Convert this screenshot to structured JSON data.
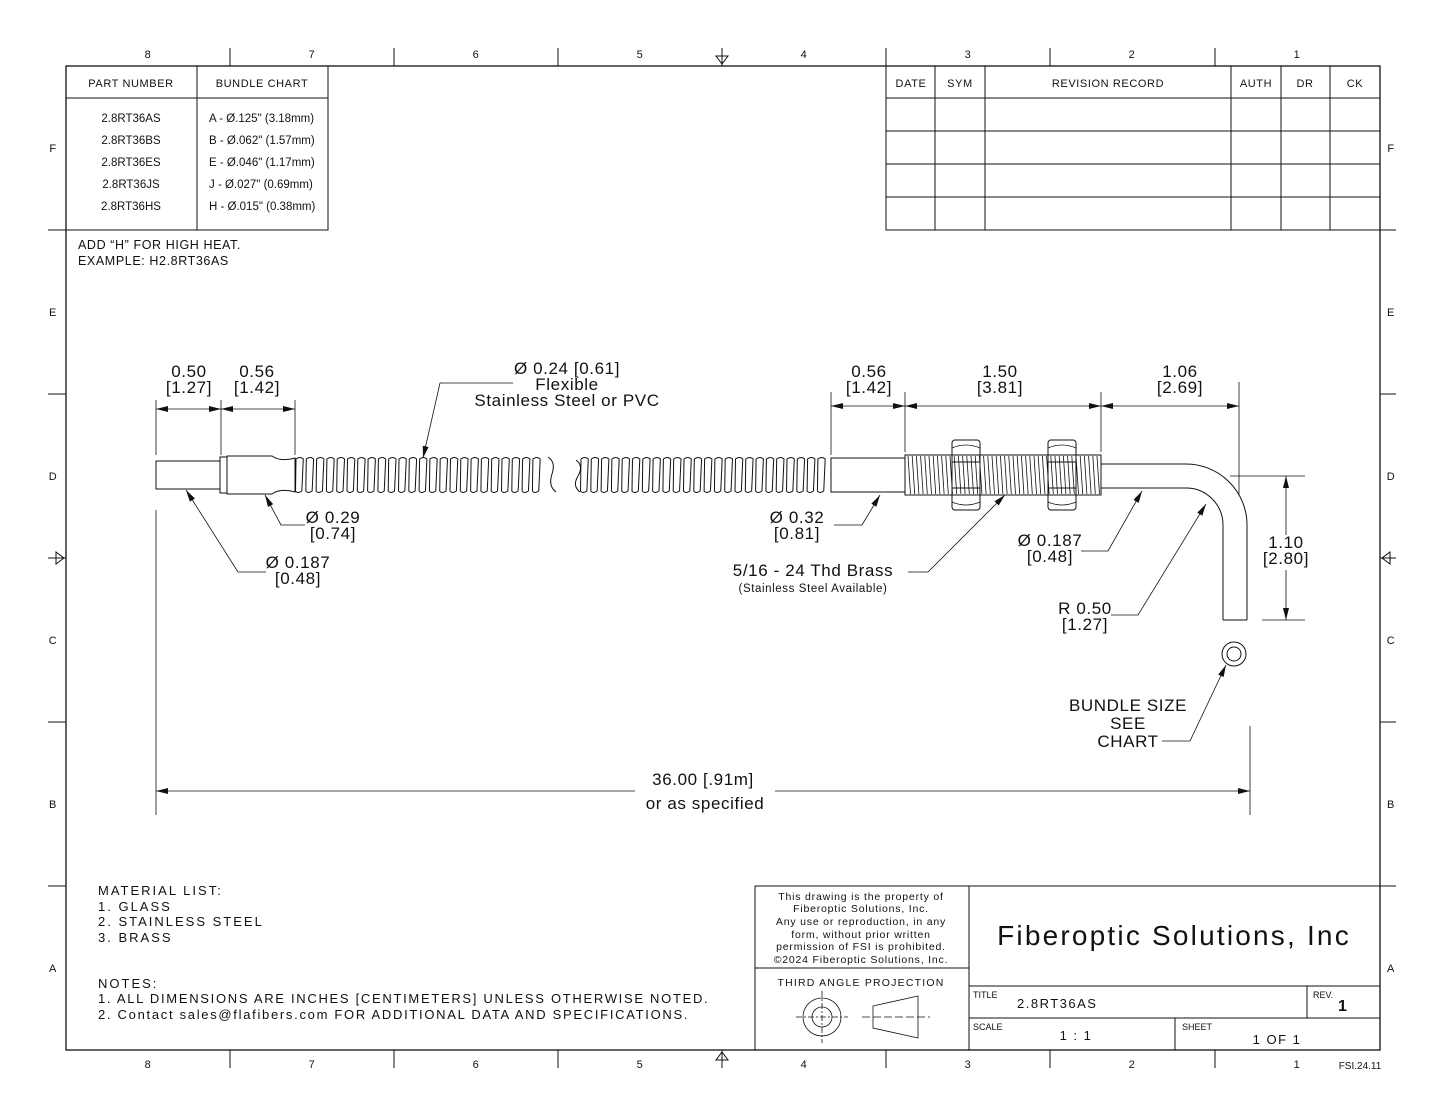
{
  "border": {
    "columns": [
      "8",
      "7",
      "6",
      "5",
      "4",
      "3",
      "2",
      "1"
    ],
    "rows": [
      "F",
      "E",
      "D",
      "C",
      "B",
      "A"
    ],
    "doc_code": "FSI.24.11"
  },
  "part_table": {
    "header_part": "PART NUMBER",
    "header_bundle": "BUNDLE CHART",
    "rows": [
      {
        "part": "2.8RT36AS",
        "bundle": "A - Ø.125\" (3.18mm)"
      },
      {
        "part": "2.8RT36BS",
        "bundle": "B - Ø.062\" (1.57mm)"
      },
      {
        "part": "2.8RT36ES",
        "bundle": "E - Ø.046\" (1.17mm)"
      },
      {
        "part": "2.8RT36JS",
        "bundle": "J  - Ø.027\" (0.69mm)"
      },
      {
        "part": "2.8RT36HS",
        "bundle": "H - Ø.015\" (0.38mm)"
      }
    ],
    "note_line1": "ADD “H” FOR HIGH HEAT.",
    "note_line2": "EXAMPLE: H2.8RT36AS"
  },
  "revision_table": {
    "headers": [
      "DATE",
      "SYM",
      "REVISION RECORD",
      "AUTH",
      "DR",
      "CK"
    ]
  },
  "dimensions": {
    "d1": [
      "0.50",
      "[1.27]"
    ],
    "d2": [
      "0.56",
      "[1.42]"
    ],
    "d3": [
      "0.56",
      "[1.42]"
    ],
    "d4": [
      "1.50",
      "[3.81]"
    ],
    "d5": [
      "1.06",
      "[2.69]"
    ],
    "d6": [
      "1.10",
      "[2.80]"
    ],
    "flexible": [
      "Ø 0.24 [0.61]",
      "Flexible",
      "Stainless Steel or PVC"
    ],
    "dia029": [
      "Ø 0.29",
      "[0.74]"
    ],
    "dia0187a": [
      "Ø 0.187",
      "[0.48]"
    ],
    "dia032": [
      "Ø 0.32",
      "[0.81]"
    ],
    "thread": [
      "5/16 - 24 Thd Brass",
      "(Stainless Steel Available)"
    ],
    "dia0187b": [
      "Ø 0.187",
      "[0.48]"
    ],
    "radius": [
      "R 0.50",
      "[1.27]"
    ],
    "bundle": [
      "BUNDLE SIZE",
      "SEE",
      "CHART"
    ],
    "length": [
      "36.00 [.91m]",
      "or as specified"
    ]
  },
  "material_list": {
    "title": "MATERIAL LIST:",
    "items": [
      "1.    GLASS",
      "2.    STAINLESS STEEL",
      "3.    BRASS"
    ]
  },
  "notes": {
    "title": "NOTES:",
    "items": [
      "1.    ALL DIMENSIONS ARE INCHES [CENTIMETERS] UNLESS OTHERWISE NOTED.",
      "2.    Contact sales@flafibers.com FOR ADDITIONAL DATA AND SPECIFICATIONS."
    ]
  },
  "title_block": {
    "property_lines": [
      "This drawing is the property of",
      "Fiberoptic Solutions, Inc.",
      "Any use or reproduction, in any",
      "form, without prior written",
      "permission of FSI is prohibited.",
      "©2024 Fiberoptic Solutions, Inc."
    ],
    "projection_label": "THIRD ANGLE PROJECTION",
    "company": "Fiberoptic Solutions, Inc",
    "title_label": "TITLE",
    "title_value": "2.8RT36AS",
    "rev_label": "REV.",
    "rev_value": "1",
    "scale_label": "SCALE",
    "scale_value": "1 : 1",
    "sheet_label": "SHEET",
    "sheet_value": "1  OF 1"
  }
}
